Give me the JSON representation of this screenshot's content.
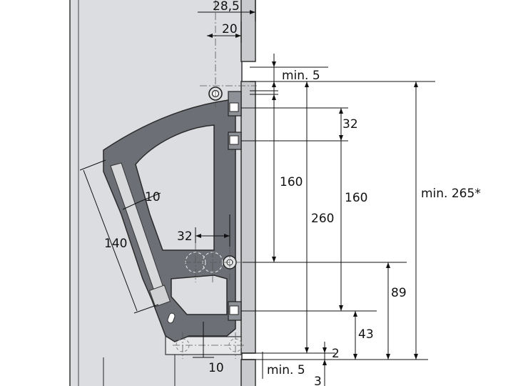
{
  "dimensions": {
    "d28_5": "28,5",
    "d20_top": "20",
    "min5_top": "min. 5",
    "d32_right": "32",
    "d160_a": "160",
    "d160_b": "160",
    "d260": "260",
    "min265": "min. 265*",
    "d10_upper": "10",
    "d140": "140",
    "d32_center": "32",
    "d89": "89",
    "d43": "43",
    "d2": "2",
    "d10_lower": "10",
    "min5_bottom": "min. 5",
    "d3": "3"
  },
  "colors": {
    "cabinet_side": "#dcdde0",
    "mechanism": "#6c6f76",
    "panel": "#c8cacd",
    "line": "#222222"
  }
}
